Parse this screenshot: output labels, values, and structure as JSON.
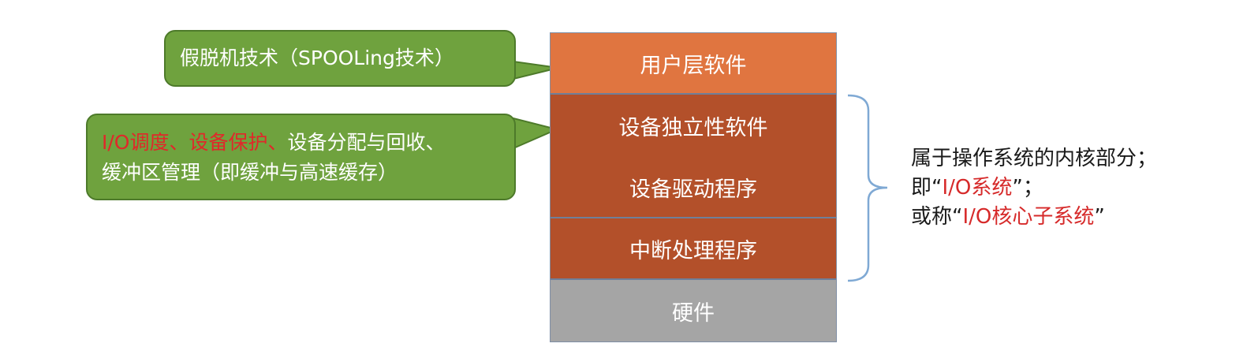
{
  "layers": {
    "user": "用户层软件",
    "device_independent": "设备独立性软件",
    "device_driver": "设备驱动程序",
    "interrupt_handler": "中断处理程序",
    "hardware": "硬件"
  },
  "callouts": {
    "spooling": "假脱机技术（SPOOLing技术）",
    "io_scheduling": "I/O调度",
    "sep1": "、",
    "device_protection": "设备保护",
    "sep2": "、",
    "allocation": "设备分配与回收、",
    "buffer": "缓冲区管理（即缓冲与高速缓存）"
  },
  "kernel_note": {
    "line1": "属于操作系统的内核部分；",
    "line2_prefix": "即“",
    "line2_highlight": "I/O系统",
    "line2_suffix": "”；",
    "line3_prefix": "或称“",
    "line3_highlight": "I/O核心子系统",
    "line3_suffix": "”"
  },
  "colors": {
    "user_layer": "#e07540",
    "kernel_layers": "#b3502a",
    "hardware_layer": "#a5a5a5",
    "callout": "#6fa23e",
    "highlight": "#e0282a",
    "brace": "#7fa9d4"
  }
}
